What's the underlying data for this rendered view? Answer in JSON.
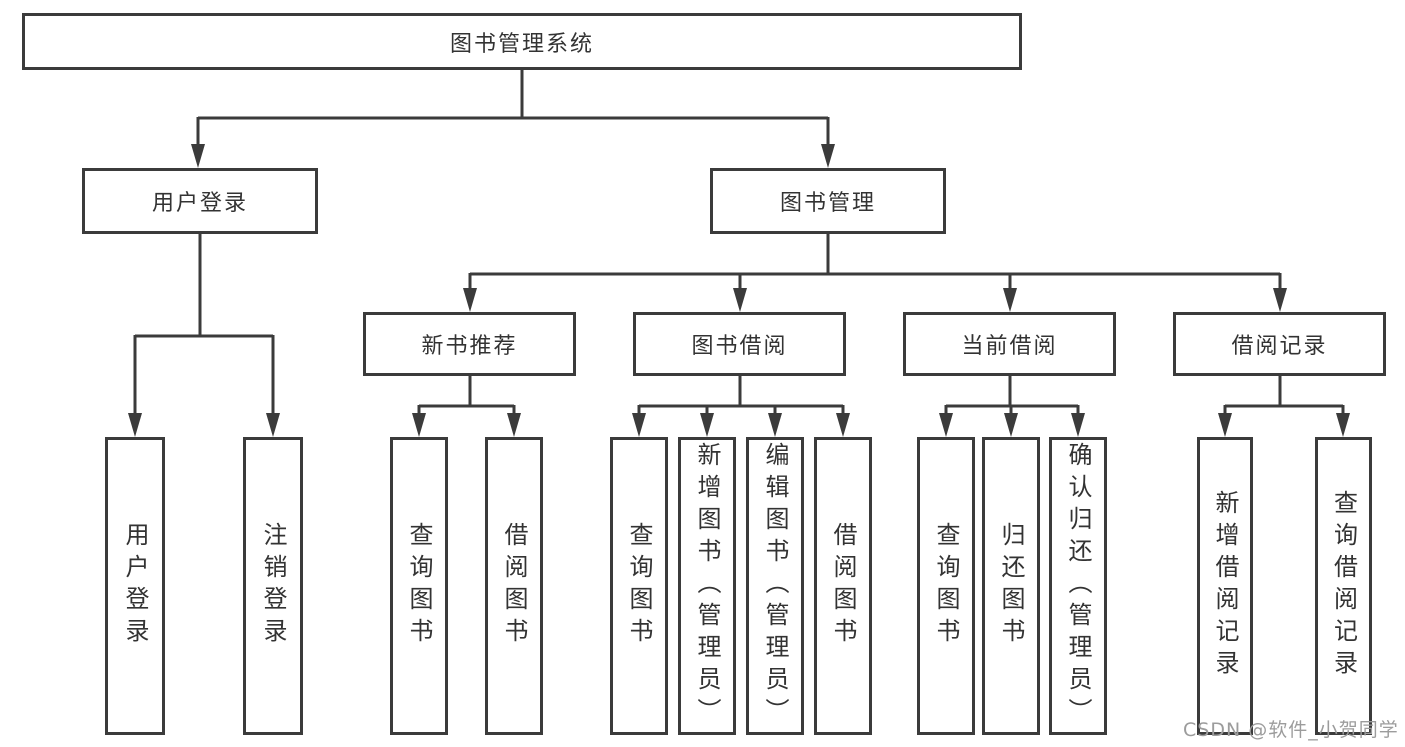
{
  "diagram": {
    "type": "hierarchy-tree",
    "watermark": "CSDN @软件_小贺同学",
    "colors": {
      "line": "#3b3b3b",
      "box_border": "#3b3b3b",
      "text": "#333333",
      "background": "#ffffff",
      "watermark": "#9c9c9c"
    },
    "nodes": {
      "root": {
        "label": "图书管理系统"
      },
      "level2": [
        {
          "label": "用户登录"
        },
        {
          "label": "图书管理"
        }
      ],
      "level3": [
        {
          "label": "新书推荐",
          "parent": "图书管理"
        },
        {
          "label": "图书借阅",
          "parent": "图书管理"
        },
        {
          "label": "当前借阅",
          "parent": "图书管理"
        },
        {
          "label": "借阅记录",
          "parent": "图书管理"
        }
      ],
      "leaves": [
        {
          "label": "用户登录",
          "parent": "用户登录"
        },
        {
          "label": "注销登录",
          "parent": "用户登录"
        },
        {
          "label": "查询图书",
          "parent": "新书推荐"
        },
        {
          "label": "借阅图书",
          "parent": "新书推荐"
        },
        {
          "label": "查询图书",
          "parent": "图书借阅"
        },
        {
          "label": "新增图书（管理员）",
          "parent": "图书借阅"
        },
        {
          "label": "编辑图书（管理员）",
          "parent": "图书借阅"
        },
        {
          "label": "借阅图书",
          "parent": "图书借阅"
        },
        {
          "label": "查询图书",
          "parent": "当前借阅"
        },
        {
          "label": "归还图书",
          "parent": "当前借阅"
        },
        {
          "label": "确认归还（管理员）",
          "parent": "当前借阅"
        },
        {
          "label": "新增借阅记录",
          "parent": "借阅记录"
        },
        {
          "label": "查询借阅记录",
          "parent": "借阅记录"
        }
      ]
    }
  }
}
